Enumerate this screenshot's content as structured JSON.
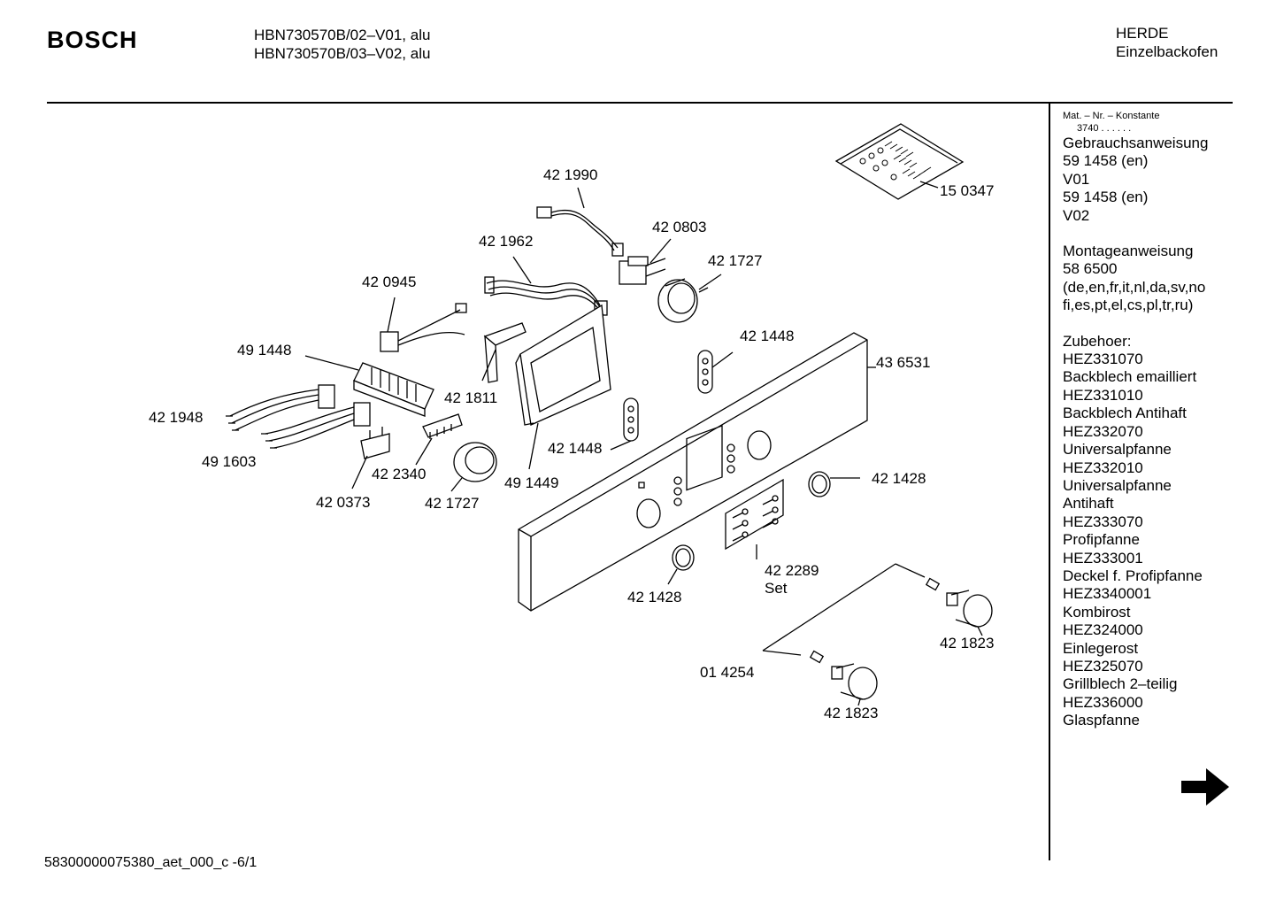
{
  "header": {
    "brand": "BOSCH",
    "models": [
      "HBN730570B/02–V01, alu",
      "HBN730570B/03–V02, alu"
    ],
    "category": [
      "HERDE",
      "Einzelbackofen"
    ]
  },
  "sidebar": {
    "mat_title": "Mat. – Nr. – Konstante",
    "mat_value": "3740 . . . . . .",
    "lines_a": [
      "Gebrauchsanweisung",
      "59 1458 (en)",
      "V01",
      "59 1458 (en)",
      "V02"
    ],
    "lines_b": [
      "Montageanweisung",
      "58 6500",
      "(de,en,fr,it,nl,da,sv,no",
      "fi,es,pt,el,cs,pl,tr,ru)"
    ],
    "lines_c": [
      "Zubehoer:",
      "HEZ331070",
      "Backblech emailliert",
      "HEZ331010",
      "Backblech Antihaft",
      "HEZ332070",
      "Universalpfanne",
      "HEZ332010",
      "Universalpfanne",
      "Antihaft",
      "HEZ333070",
      "Profipfanne",
      "HEZ333001",
      "Deckel f. Profipfanne",
      "HEZ3340001",
      "Kombirost",
      "HEZ324000",
      "Einlegerost",
      "HEZ325070",
      "Grillblech 2–teilig",
      "HEZ336000",
      "Glaspfanne"
    ]
  },
  "parts": {
    "p150347": "15 0347",
    "p421990": "42 1990",
    "p420803": "42 0803",
    "p421962": "42 1962",
    "p421727a": "42 1727",
    "p420945": "42 0945",
    "p421448a": "42 1448",
    "p491448": "49 1448",
    "p436531": "43 6531",
    "p421811": "42 1811",
    "p421948": "42 1948",
    "p421448b": "42 1448",
    "p491603": "49 1603",
    "p422340": "42 2340",
    "p491449": "49 1449",
    "p421428a": "42 1428",
    "p420373": "42 0373",
    "p421727b": "42 1727",
    "p422289": "42 2289",
    "set": "Set",
    "p421428b": "42 1428",
    "p421823a": "42 1823",
    "p014254": "01 4254",
    "p421823b": "42 1823"
  },
  "footer": "58300000075380_aet_000_c -6/1",
  "icons": {
    "next_page": "arrow-right-icon"
  }
}
